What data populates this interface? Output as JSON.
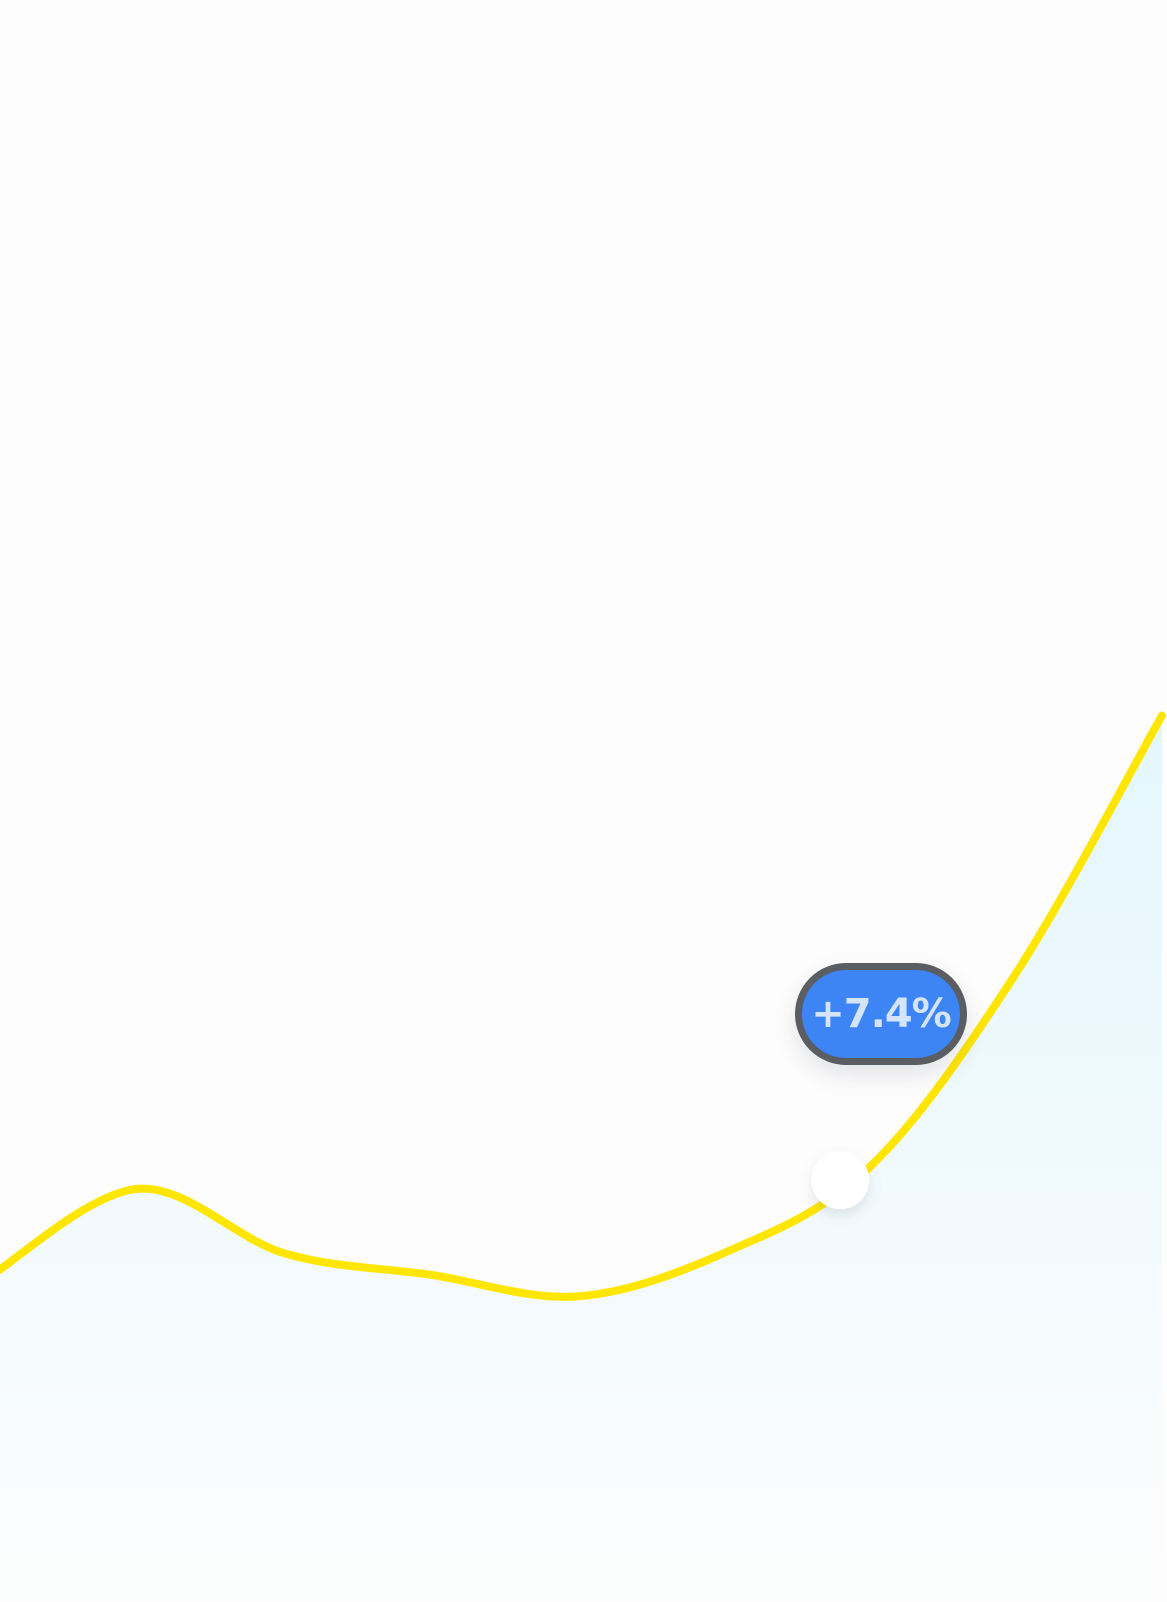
{
  "chart_data": {
    "type": "area",
    "x": [
      0,
      1,
      2,
      3,
      4,
      5,
      6,
      7,
      8
    ],
    "values": [
      2.0,
      4.0,
      2.5,
      2.0,
      1.5,
      2.5,
      4.5,
      9.0,
      15.0
    ],
    "xlim": [
      0,
      8
    ],
    "ylim": [
      -3,
      30
    ],
    "grid": false,
    "highlight": {
      "index": 5.8,
      "value": 4.2,
      "label": "+7.4%"
    },
    "colors": {
      "line": "#ffe600",
      "area": "#e4f6fd",
      "tooltip_bg": "#3d84f5",
      "tooltip_border": "#5a5d61",
      "tooltip_text": "#d3e4fb",
      "marker": "#ffffff"
    }
  }
}
